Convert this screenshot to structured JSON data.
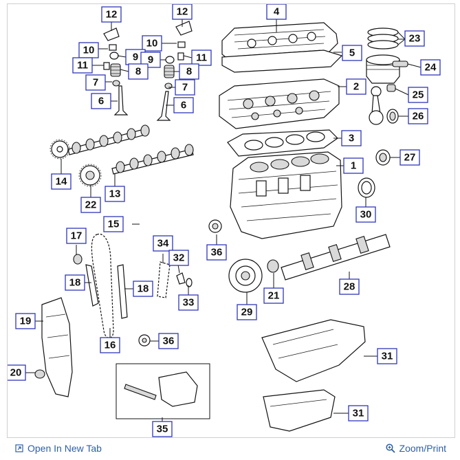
{
  "callouts": [
    "1",
    "2",
    "3",
    "4",
    "5",
    "6",
    "6",
    "7",
    "7",
    "8",
    "8",
    "9",
    "9",
    "10",
    "10",
    "11",
    "11",
    "12",
    "12",
    "13",
    "14",
    "15",
    "16",
    "17",
    "18",
    "18",
    "19",
    "20",
    "21",
    "22",
    "23",
    "24",
    "25",
    "26",
    "27",
    "28",
    "29",
    "30",
    "31",
    "31",
    "32",
    "33",
    "34",
    "35",
    "36",
    "36"
  ],
  "footer": {
    "open_new_tab": "Open In New Tab",
    "zoom_print": "Zoom/Print"
  },
  "colors": {
    "callout_border": "#2e35b8",
    "link": "#2a5fa8"
  },
  "icons": {
    "open_new_tab": "external-link-icon",
    "zoom_print": "magnifier-plus-icon"
  }
}
